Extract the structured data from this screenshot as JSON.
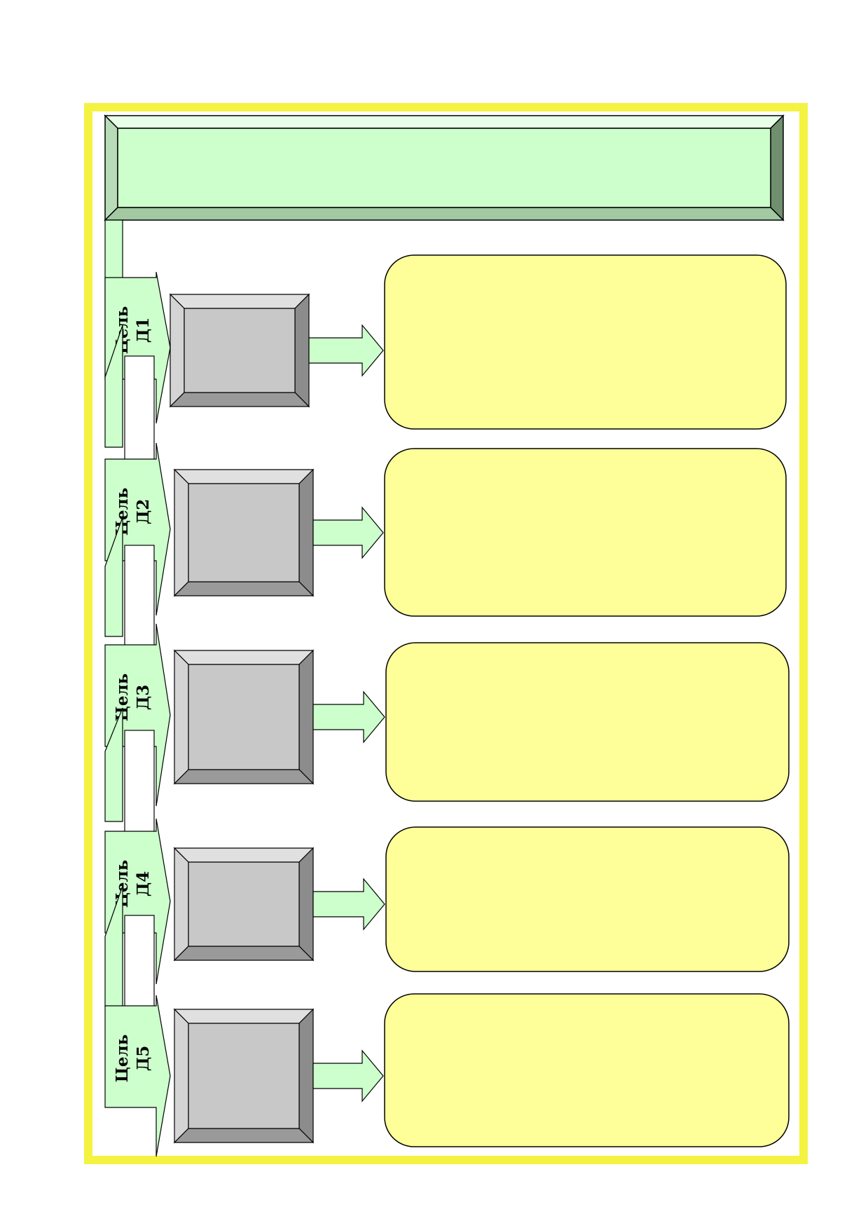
{
  "colors": {
    "frame_border": "#f4f342",
    "frame_fill": "#ffffff",
    "header_face": "#ccffcc",
    "header_shade": "#a2c9a2",
    "header_shade_dark": "#6f8f6f",
    "connector_fill": "#ccffcc",
    "bevel_face": "#c8c8c8",
    "bevel_light": "#e0e0e0",
    "bevel_mid": "#b5b5b5",
    "bevel_dark": "#8c8c8c",
    "card_fill": "#ffff99",
    "stroke": "#000000"
  },
  "goals": [
    {
      "label_line1": "Цель",
      "label_line2": "Д1",
      "box_icon": "beveled-square",
      "card_text": ""
    },
    {
      "label_line1": "Цель",
      "label_line2": "Д2",
      "box_icon": "beveled-square",
      "card_text": ""
    },
    {
      "label_line1": "Цель",
      "label_line2": "Д3",
      "box_icon": "beveled-square",
      "card_text": ""
    },
    {
      "label_line1": "Цель",
      "label_line2": "Д4",
      "box_icon": "beveled-square",
      "card_text": ""
    },
    {
      "label_line1": "Цель",
      "label_line2": "Д5",
      "box_icon": "beveled-square",
      "card_text": ""
    }
  ],
  "header": {
    "text": ""
  }
}
